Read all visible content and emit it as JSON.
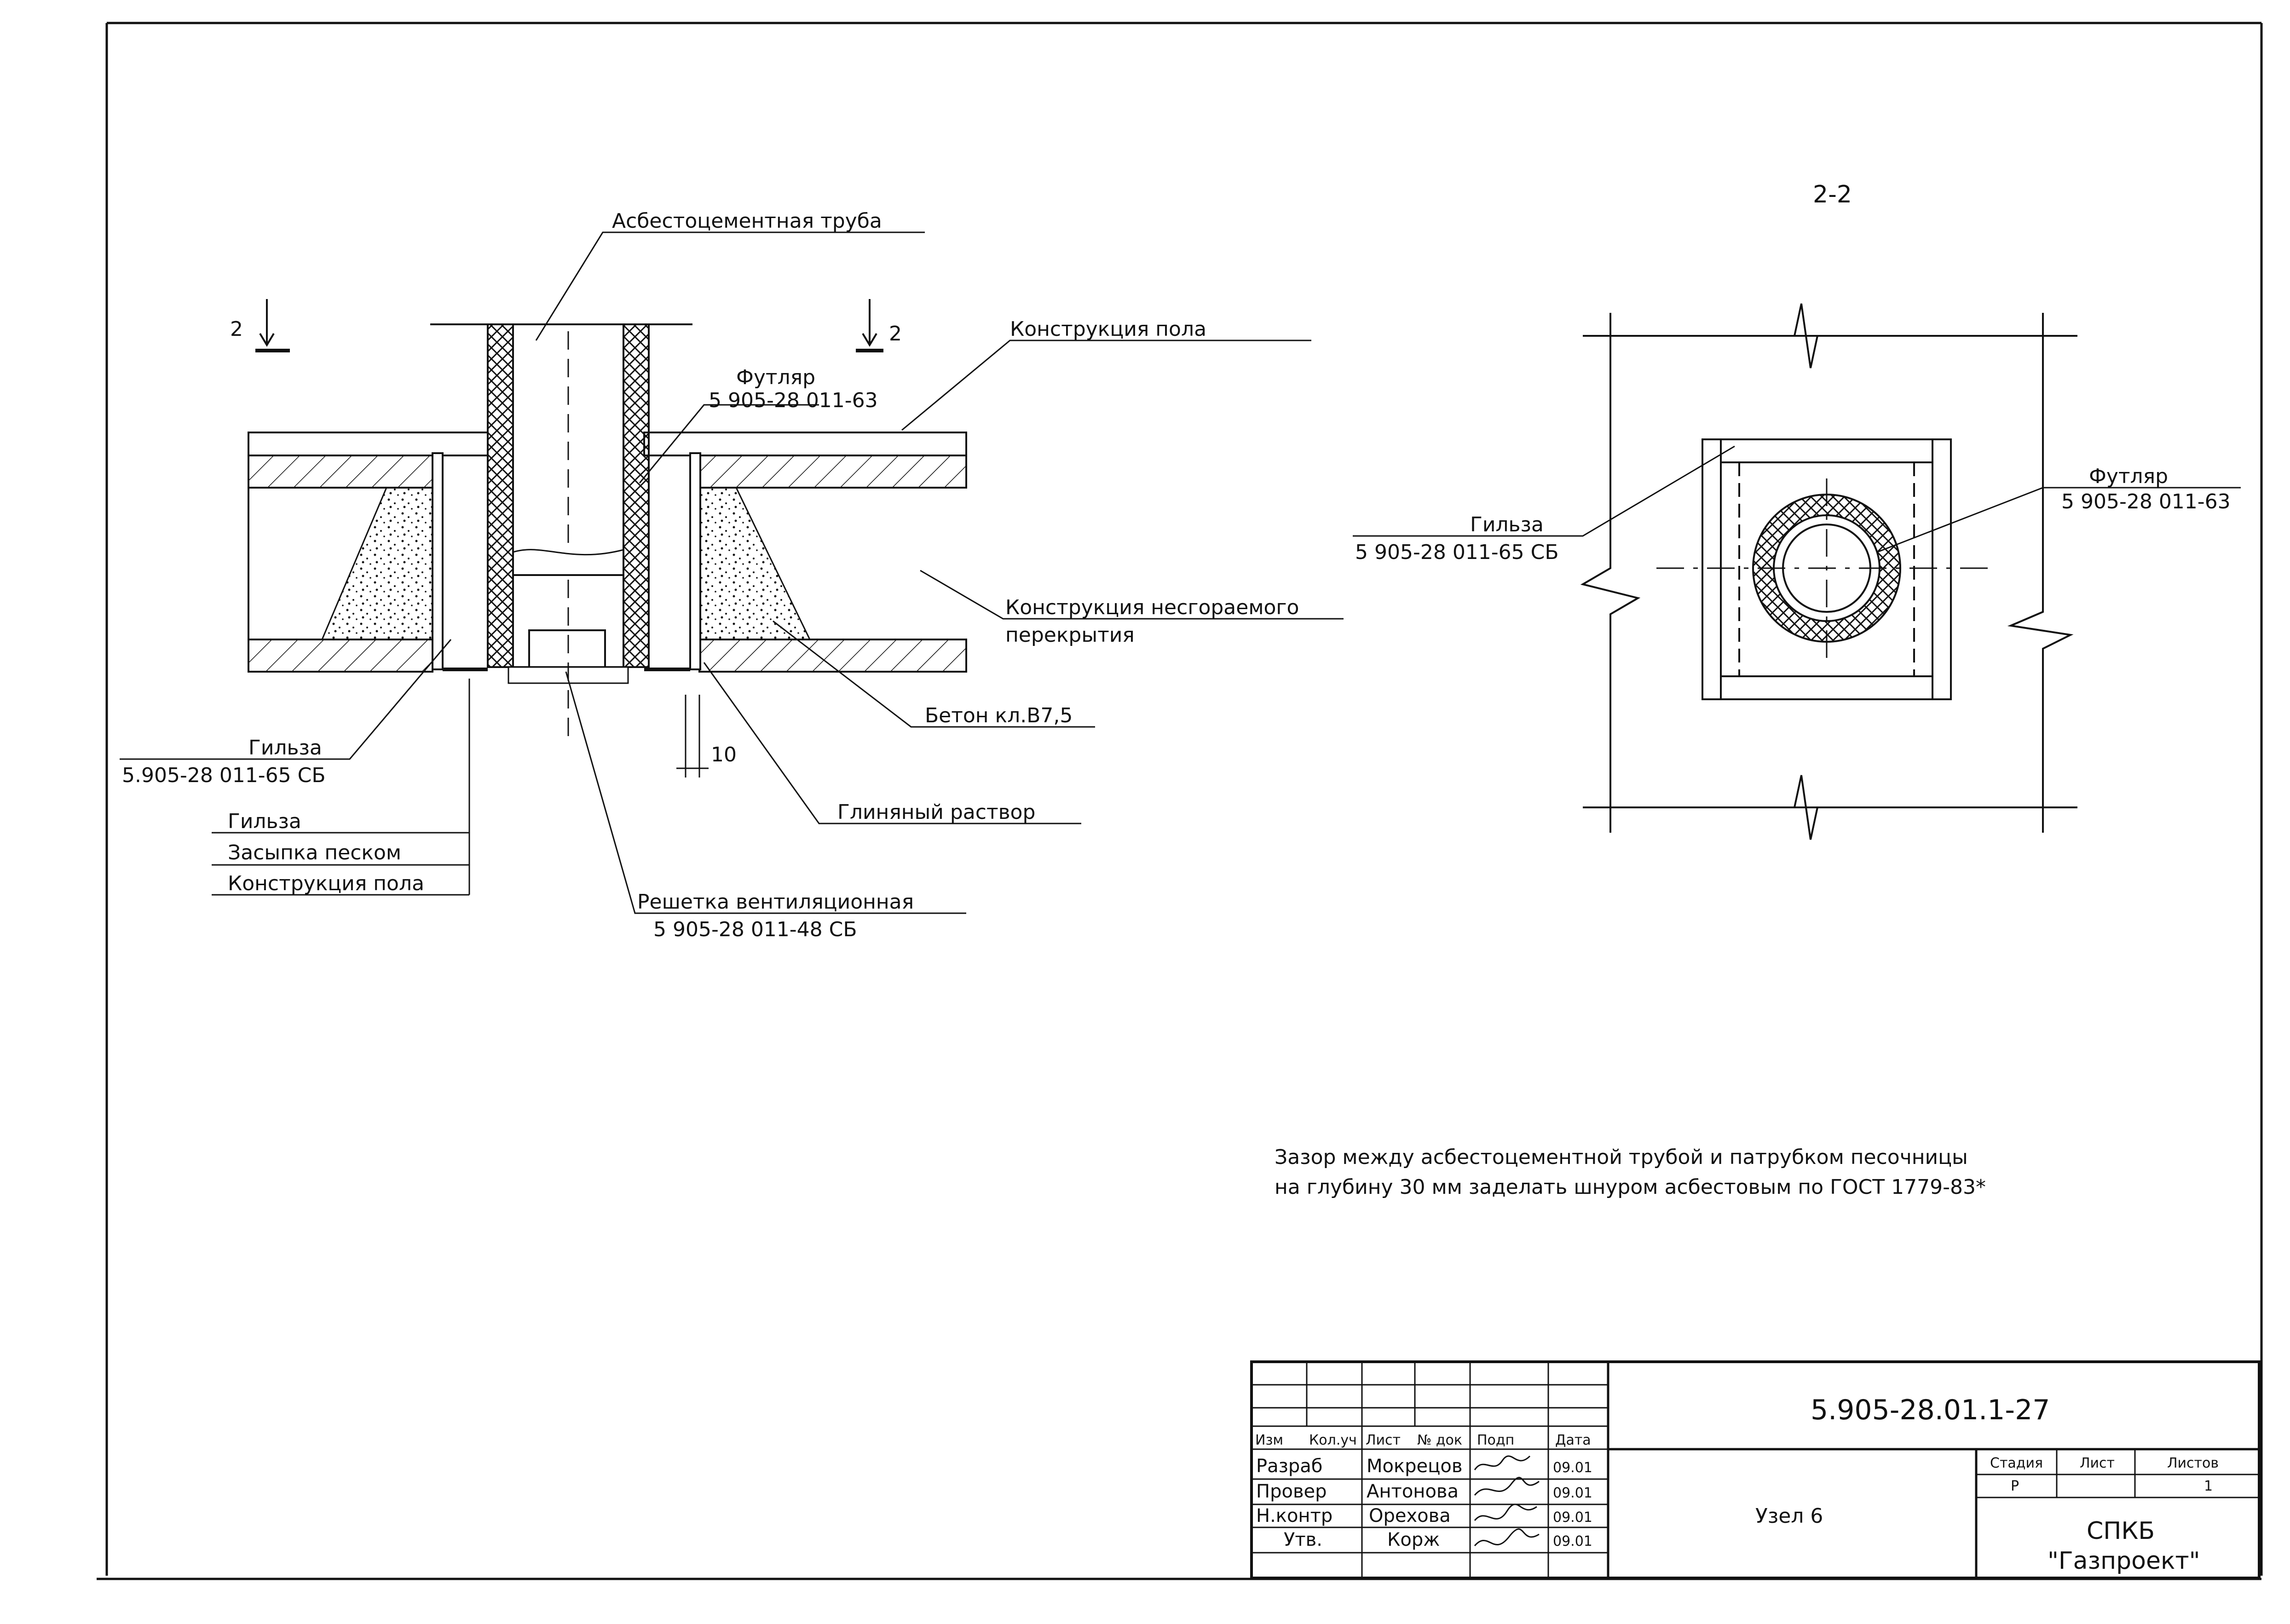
{
  "section": {
    "title": "2-2",
    "cut_mark": "2"
  },
  "labels": {
    "asbestos_pipe": "Асбестоцементная труба",
    "floor_construction_top": "Конструкция пола",
    "case": "Футляр",
    "case_code": "5 905-28 011-63",
    "sleeve_left": "Гильза",
    "sleeve_left_code": "5.905-28 011-65 СБ",
    "fireproof_1": "Конструкция несгораемого",
    "fireproof_2": "перекрытия",
    "concrete": "Бетон кл.В7,5",
    "dimension_10": "10",
    "clay_mortar": "Глиняный раствор",
    "vent_grid": "Решетка вентиляционная",
    "vent_grid_code": "5 905-28 011-48 СБ",
    "sleeve_right": "Гильза",
    "sleeve_right_code": "5 905-28 011-65 СБ",
    "case_right": "Футляр",
    "case_right_code": "5 905-28 011-63"
  },
  "legend": {
    "rows": [
      "Гильза",
      "Засыпка песком",
      "Конструкция пола"
    ]
  },
  "note": {
    "line1": "Зазор между асбестоцементной трубой и патрубком песочницы",
    "line2": "на глубину 30 мм заделать шнуром асбестовым по ГОСТ 1779-83*"
  },
  "title_block": {
    "doc_code": "5.905-28.01.1-27",
    "headers": [
      "Изм",
      "Кол.уч",
      "Лист",
      "№ док",
      "Подп",
      "Дата"
    ],
    "people": [
      {
        "role": "Разраб",
        "name": "Мокрецов",
        "date": "09.01"
      },
      {
        "role": "Провер",
        "name": "Антонова",
        "date": "09.01"
      },
      {
        "role": "Н.контр",
        "name": "Орехова",
        "date": "09.01"
      },
      {
        "role": "Утв.",
        "name": "Корж",
        "date": "09.01"
      }
    ],
    "node_name": "Узел 6",
    "stage_label": "Стадия",
    "sheet_label": "Лист",
    "sheets_label": "Листов",
    "stage_value": "Р",
    "sheets_value": "1",
    "org_1": "СПКБ",
    "org_2": "\"Газпроект\""
  }
}
